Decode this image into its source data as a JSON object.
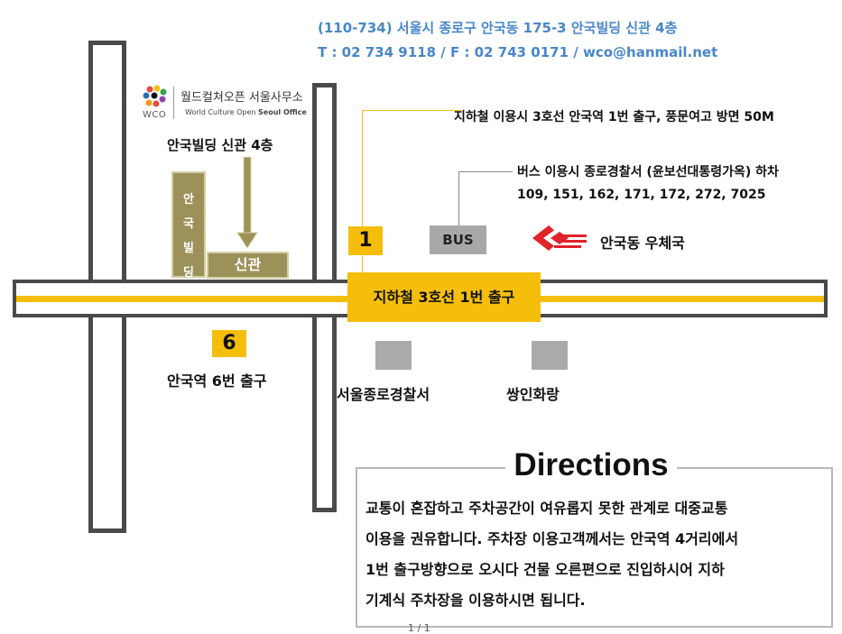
{
  "header": {
    "address": "(110-734) 서울시 종로구 안국동 175-3 안국빌딩 신관 4층",
    "contact": "T : 02 734 9118 / F : 02 743 0171 / wco@hanmail.net"
  },
  "logo": {
    "abbr": "WCO",
    "korean": "월드컬쳐오픈 서울사무소",
    "english_prefix": "World Culture Open ",
    "english_bold": "Seoul Office"
  },
  "building": {
    "floor_label": "안국빌딩 신관 4층",
    "tall_chars": [
      "안",
      "국",
      "빌",
      "딩"
    ],
    "annex_label": "신관"
  },
  "subway": {
    "note": "지하철 이용시 3호선 안국역 1번 출구, 풍문여고 방면 50M",
    "exit1_num": "1",
    "exit1_label": "지하철 3호선 1번 출구",
    "exit6_num": "6",
    "exit6_label": "안국역 6번 출구"
  },
  "bus": {
    "note_line1": "버스 이용시 종로경찰서 (윤보선대통령가옥) 하차",
    "note_line2": "109, 151, 162, 171, 172, 272, 7025",
    "label": "BUS"
  },
  "landmarks": {
    "post_office": "안국동 우체국",
    "police": "서울종로경찰서",
    "gallery": "쌍인화랑"
  },
  "directions": {
    "title": "Directions",
    "lines": [
      "교통이 혼잡하고 주차공간이 여유롭지 못한 관계로 대중교통",
      "이용을 권유합니다. 주차장 이용고객께서는 안국역 4거리에서",
      "1번 출구방향으로 오시다 건물 오른편으로 진입하시어 지하",
      "기계식 주차장을 이용하시면 됩니다."
    ]
  },
  "page": {
    "indicator": "1 / 1"
  },
  "colors": {
    "accent": "#f5be0b",
    "header_text": "#4a86c8",
    "building": "#9c9159",
    "road_border": "#4a4a4a",
    "post_logo": "#e0242b"
  }
}
